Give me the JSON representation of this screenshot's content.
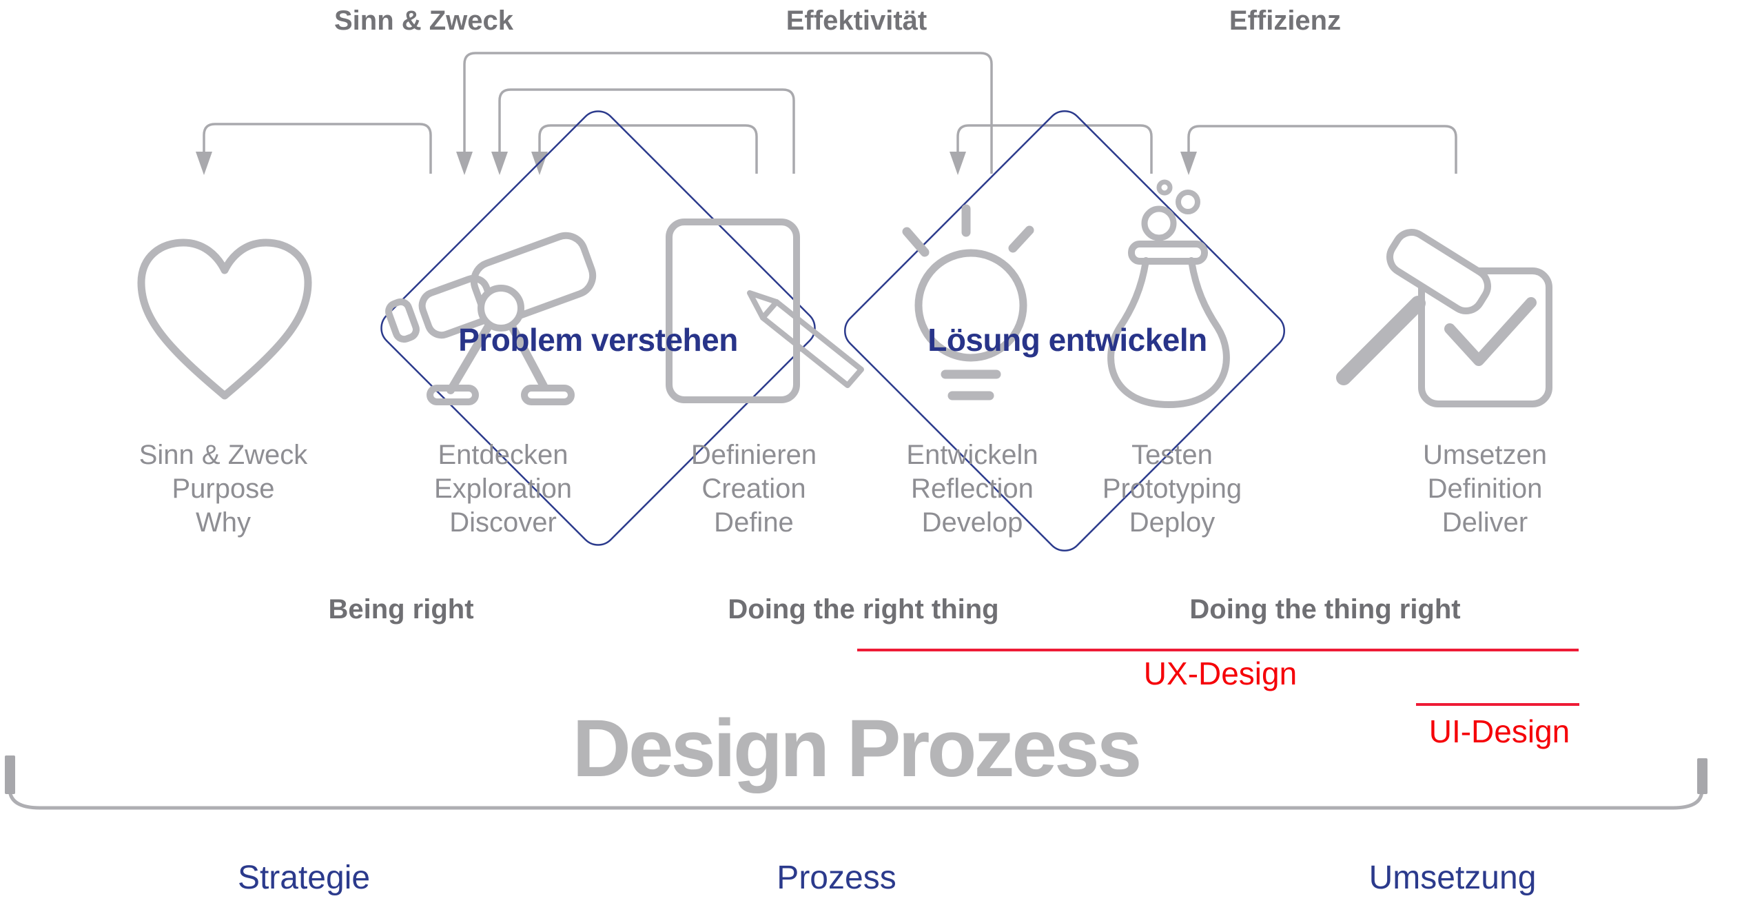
{
  "colors": {
    "accent_blue": "#2b3a8c",
    "red_text": "#f50008",
    "red_line": "#ee1b36",
    "icon_gray": "#b6b6ba",
    "arrow_gray": "#a9a9ad",
    "phase_text_gray": "#8e8e93",
    "bold_gray": "#737377",
    "title_gray": "#b5b5b7"
  },
  "top_labels": [
    {
      "text": "Sinn & Zweck"
    },
    {
      "text": "Effektivität"
    },
    {
      "text": "Effizienz"
    }
  ],
  "diamonds": [
    {
      "label": "Problem verstehen"
    },
    {
      "label": "Lösung entwickeln"
    }
  ],
  "icons": [
    "heart-icon",
    "telescope-icon",
    "notepad-pencil-icon",
    "lightbulb-icon",
    "flask-icon",
    "hammer-check-icon"
  ],
  "phases": [
    {
      "lines": [
        "Sinn & Zweck",
        "Purpose",
        "Why"
      ]
    },
    {
      "lines": [
        "Entdecken",
        "Exploration",
        "Discover"
      ]
    },
    {
      "lines": [
        "Definieren",
        "Creation",
        "Define"
      ]
    },
    {
      "lines": [
        "Entwickeln",
        "Reflection",
        "Develop"
      ]
    },
    {
      "lines": [
        "Testen",
        "Prototyping",
        "Deploy"
      ]
    },
    {
      "lines": [
        "Umsetzen",
        "Definition",
        "Deliver"
      ]
    }
  ],
  "principles": [
    {
      "text": "Being right"
    },
    {
      "text": "Doing the right thing"
    },
    {
      "text": "Doing the thing right"
    }
  ],
  "annotations": {
    "ux_label": "UX-Design",
    "ui_label": "UI-Design"
  },
  "title": "Design Prozess",
  "footer": [
    {
      "text": "Strategie"
    },
    {
      "text": "Prozess"
    },
    {
      "text": "Umsetzung"
    }
  ]
}
